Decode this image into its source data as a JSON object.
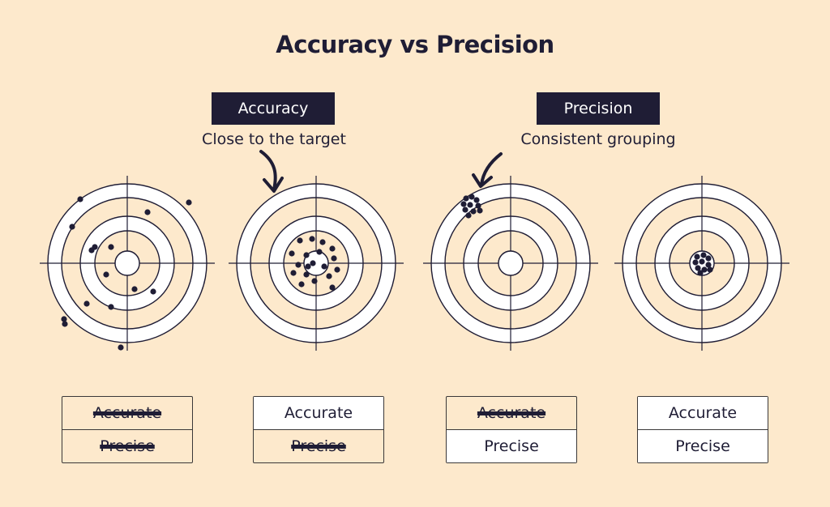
{
  "title": "Accuracy vs Precision",
  "annotations": [
    {
      "tag": "Accuracy",
      "caption": "Close to the target"
    },
    {
      "tag": "Precision",
      "caption": "Consistent grouping"
    }
  ],
  "targets": [
    {
      "accurate": false,
      "precise": false
    },
    {
      "accurate": true,
      "precise": false
    },
    {
      "accurate": false,
      "precise": true
    },
    {
      "accurate": true,
      "precise": true
    }
  ],
  "labels": {
    "accurate": "Accurate",
    "precise": "Precise"
  },
  "colors": {
    "background": "#fde9cc",
    "ink": "#1f1d35",
    "ring": "#ffffff"
  }
}
